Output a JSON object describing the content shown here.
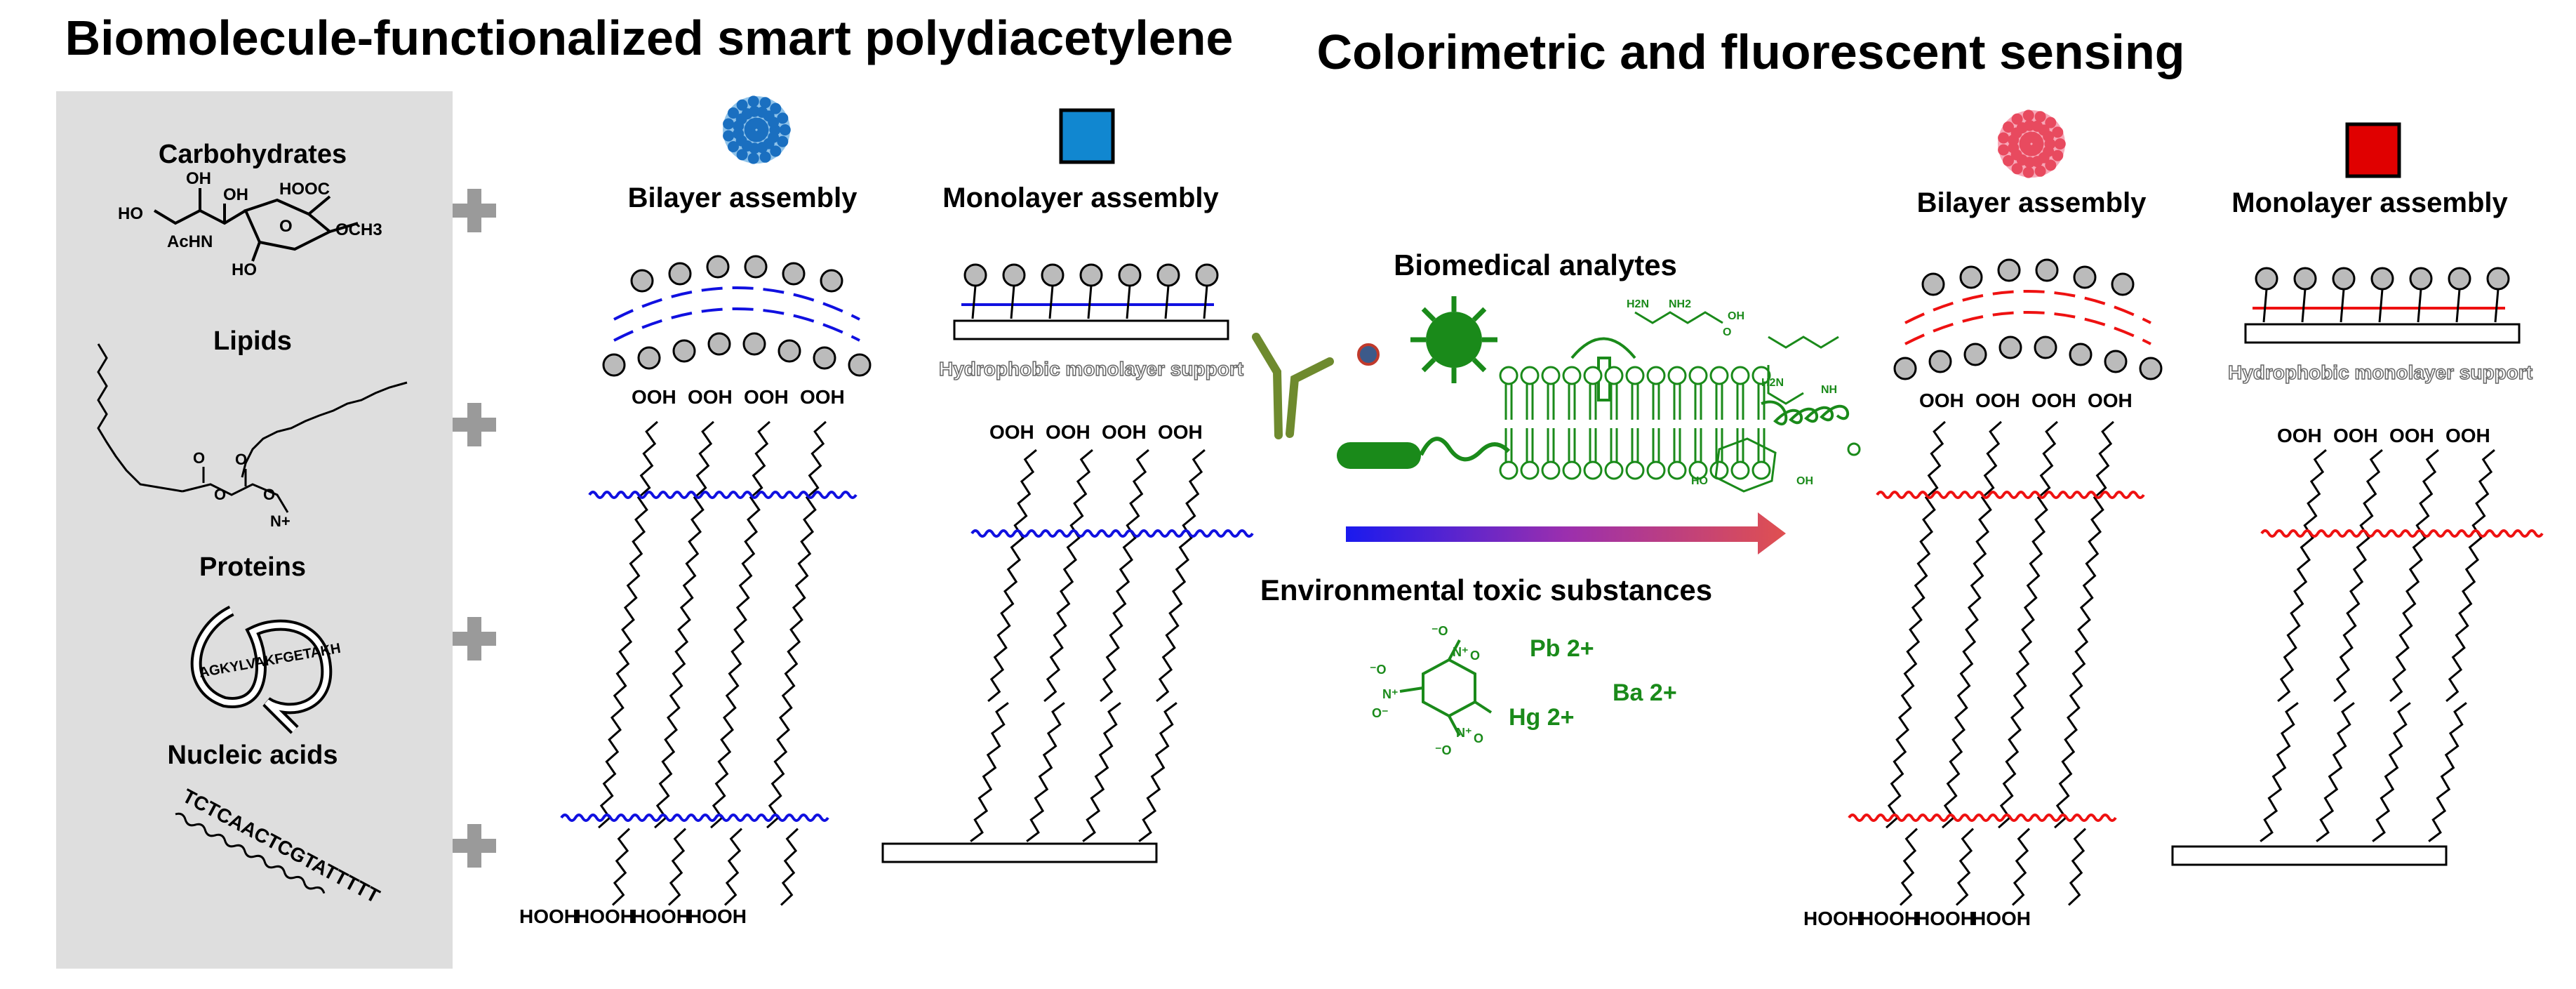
{
  "titles": {
    "left": "Biomolecule-functionalized smart polydiacetylene",
    "right": "Colorimetric and fluorescent sensing"
  },
  "sidebar": {
    "categories": [
      "Carbohydrates",
      "Lipids",
      "Proteins",
      "Nucleic acids"
    ],
    "nucleic_sequence": "TCTCAACTCGTATTTTT",
    "protein_letters": "AGKYLVAKFGETAKH",
    "carbohydrate_labels": [
      "OH",
      "OH",
      "HOOC",
      "HO",
      "AcHN",
      "O",
      "OCH3",
      "HO"
    ],
    "lipid_labels": [
      "O",
      "O",
      "O",
      "O",
      "N+"
    ]
  },
  "assemblies": {
    "bilayer": "Bilayer assembly",
    "monolayer": "Monolayer assembly",
    "support": "Hydrophobic monolayer support"
  },
  "analytes": {
    "biomedical": "Biomedical analytes",
    "environmental": "Environmental toxic substances",
    "ions": [
      "Pb 2+",
      "Ba 2+",
      "Hg 2+"
    ],
    "molecule_labels": [
      "H2N",
      "NH2",
      "OH",
      "O",
      "NH",
      "H2N",
      "HO",
      "OH"
    ]
  },
  "chem": {
    "head_top": "OOH",
    "head_bottom": "HOOH"
  },
  "colors": {
    "blue": "#1010e0",
    "red": "#ee1111",
    "green": "#1a8a1a",
    "olive": "#6e8a2e",
    "sidebar_bg": "#dedede",
    "plus": "#9a9a9a",
    "blue_sq": "#1187d0",
    "red_sq": "#e00000"
  }
}
